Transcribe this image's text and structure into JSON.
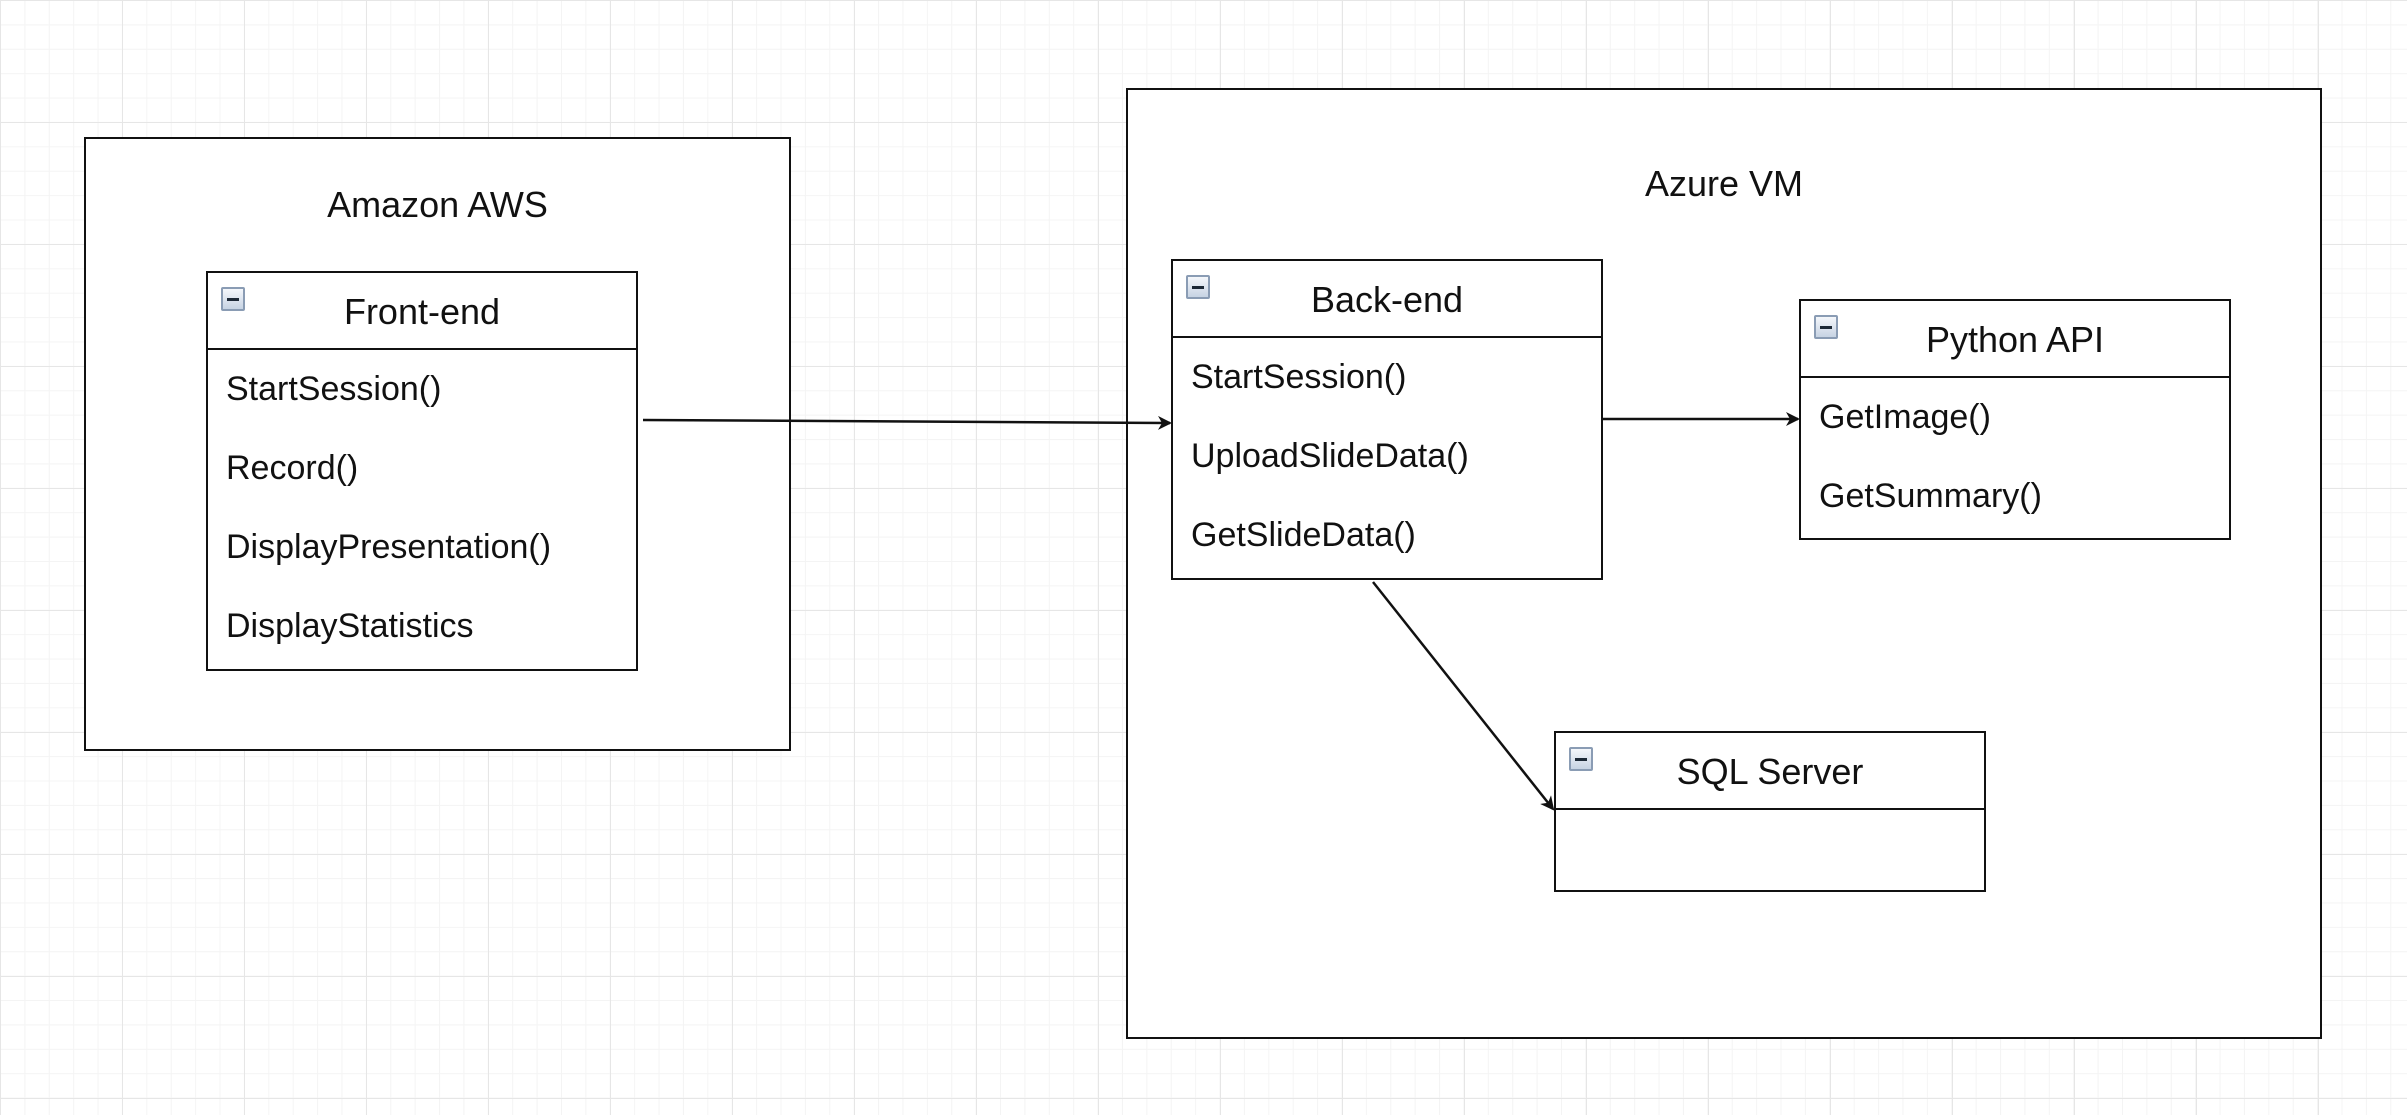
{
  "containers": {
    "aws": {
      "title": "Amazon AWS"
    },
    "azure": {
      "title": "Azure VM"
    }
  },
  "classes": {
    "frontend": {
      "title": "Front-end",
      "methods": [
        "StartSession()",
        "Record()",
        "DisplayPresentation()",
        "DisplayStatistics"
      ]
    },
    "backend": {
      "title": "Back-end",
      "methods": [
        "StartSession()",
        "UploadSlideData()",
        "GetSlideData()"
      ]
    },
    "python_api": {
      "title": "Python API",
      "methods": [
        "GetImage()",
        "GetSummary()"
      ]
    },
    "sql_server": {
      "title": "SQL Server",
      "methods": []
    }
  },
  "icons": {
    "collapse": "collapse-icon"
  },
  "colors": {
    "line": "#111111",
    "grid": "#e6e6e6",
    "icon_border": "#8a9cb4"
  }
}
